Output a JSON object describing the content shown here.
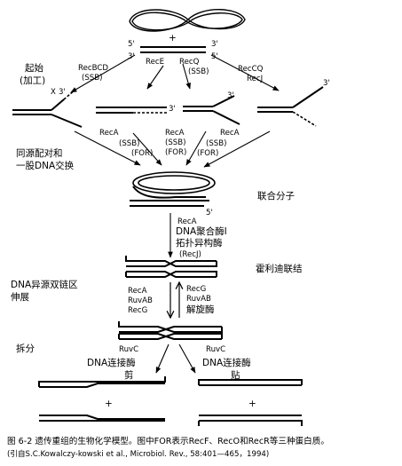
{
  "diagram": {
    "top": {
      "plus": "+",
      "end5_left": "5'",
      "end3_left": "3'",
      "end3_right": "3'",
      "end5_right": "5'"
    },
    "enzymes_top": {
      "recbcd": "RecBCD",
      "ssb1": "(SSB)",
      "rece": "RecE",
      "recq": "RecQ",
      "ssb2": "(SSB)",
      "reccq": "RecCQ",
      "recj": "RecJ"
    },
    "stage_initiation": {
      "line1": "起始",
      "line2": "(加工)"
    },
    "branch_row": {
      "x_mark": "X",
      "end3_a": "3'",
      "end3_b": "3'",
      "end3_c": "3'",
      "end3_d": "3'"
    },
    "reca_row": {
      "reca1": "RecA",
      "ssb1": "(SSB)",
      "for1": "(FOR)",
      "reca2": "RecA",
      "ssb2": "(SSB)",
      "for2": "(FOR)",
      "reca3": "RecA",
      "ssb3": "(SSB)",
      "for3": "(FOR)"
    },
    "stage_pairing": {
      "line1": "同源配对和",
      "line2": "一股DNA交换"
    },
    "joint_molecule": "联合分子",
    "loop_end5": "5'",
    "polymerase_step": {
      "reca": "RecA",
      "line1": "DNA聚合酶I",
      "line2": "拓扑异构酶",
      "line3": "(RecJ)"
    },
    "holliday": "霍利迪联结",
    "stage_extension": {
      "line1": "DNA异源双链区",
      "line2": "伸展"
    },
    "migration": {
      "left1": "RecA",
      "left2": "RuvAB",
      "left3": "RecG",
      "right1": "RecG",
      "right2": "RuvAB",
      "right3": "解旋酶"
    },
    "stage_resolution": "拆分",
    "resolution": {
      "ruvc_left": "RuvC",
      "ruvc_right": "RuvC",
      "ligase_left": "DNA连接酶",
      "ligase_right": "DNA连接酶",
      "cut": "剪",
      "paste": "贴",
      "plus_left": "+",
      "plus_right": "+"
    }
  },
  "caption": {
    "line1": "图 6-2  遗传重组的生物化学模型。图中FOR表示RecF、RecO和RecR等三种蛋白质。",
    "line2": "(引自S.C.Kowalczy-kowski et al., Microbiol. Rev., 58:401—465，1994)"
  }
}
